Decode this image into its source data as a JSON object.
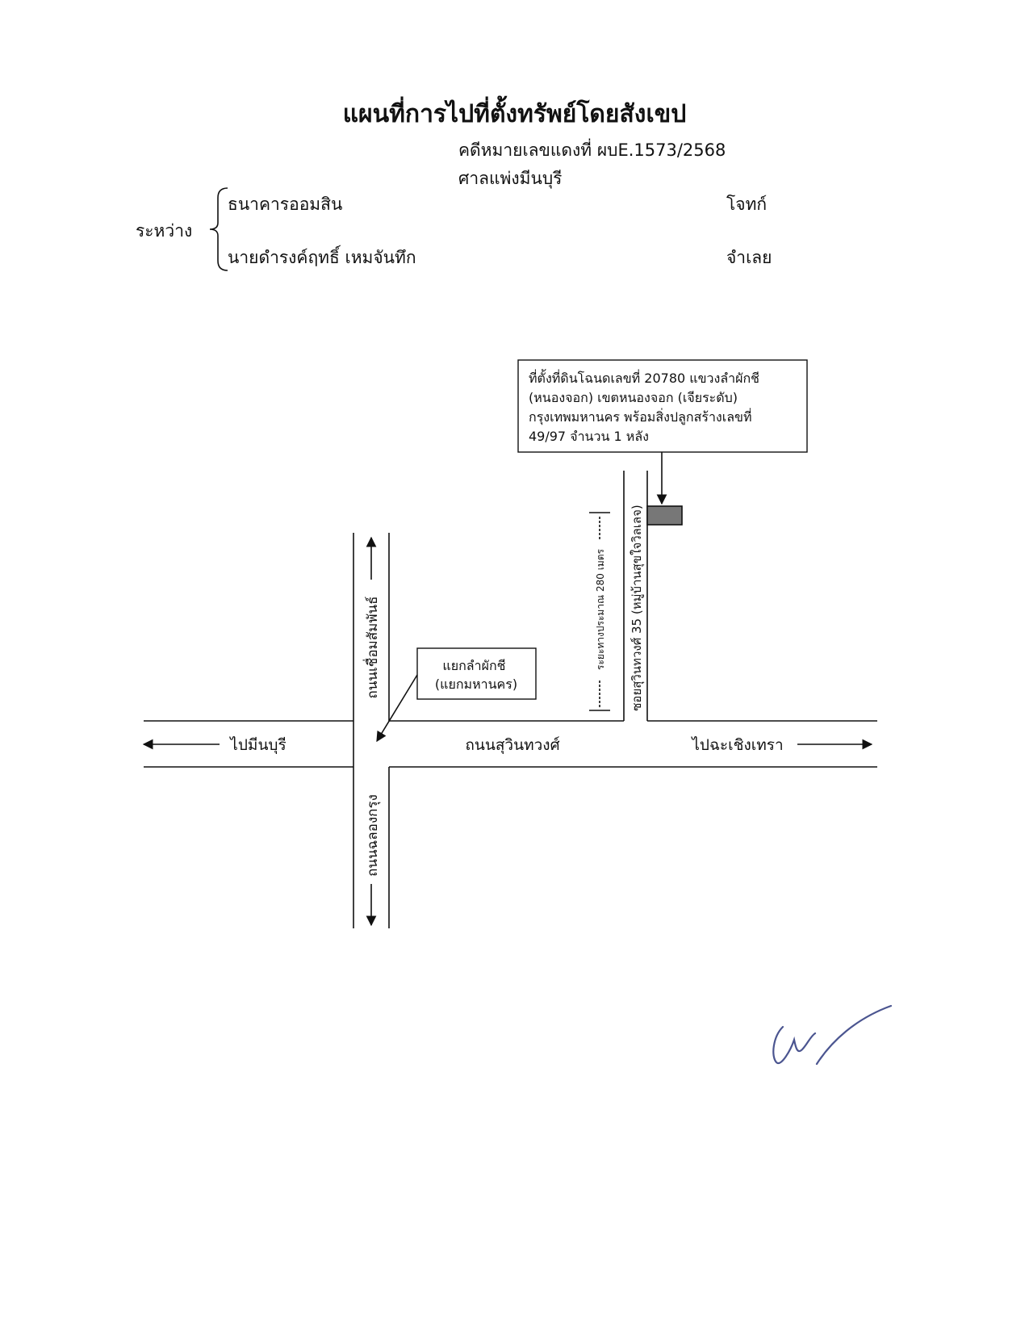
{
  "header": {
    "title": "แผนที่การไปที่ตั้งทรัพย์โดยสังเขป",
    "case_number": "คดีหมายเลขแดงที่ ผบE.1573/2568",
    "court": "ศาลแพ่งมีนบุรี",
    "between_label": "ระหว่าง",
    "plaintiff_name": "ธนาคารออมสิน",
    "plaintiff_role": "โจทก์",
    "defendant_name": "นายดำรงค์ฤทธิ์ เหมจันทึก",
    "defendant_role": "จำเลย"
  },
  "map": {
    "property_box": [
      "ที่ตั้งที่ดินโฉนดเลขที่ 20780 แขวงลำผักชี",
      "(หนองจอก) เขตหนองจอก (เจียระดับ)",
      "กรุงเทพมหานคร พร้อมสิ่งปลูกสร้างเลขที่",
      "49/97 จำนวน 1 หลัง"
    ],
    "junction_box": [
      "แยกลำผักชี",
      "(แยกมหานคร)"
    ],
    "road_main": "ถนนสุวินทวงศ์",
    "road_north": "ถนนเชื่อมสัมพันธ์",
    "road_south": "ถนนฉลองกรุง",
    "soi": "ซอยสุวินทวงศ์ 35 (หมู่บ้านสุขใจวิลเลจ)",
    "distance": "ระยะทางประมาณ 280 เมตร",
    "to_west": "ไปมีนบุรี",
    "to_east": "ไปฉะเชิงเทรา"
  },
  "colors": {
    "line": "#111111",
    "property_fill": "#777777",
    "signature": "#4b5590"
  }
}
